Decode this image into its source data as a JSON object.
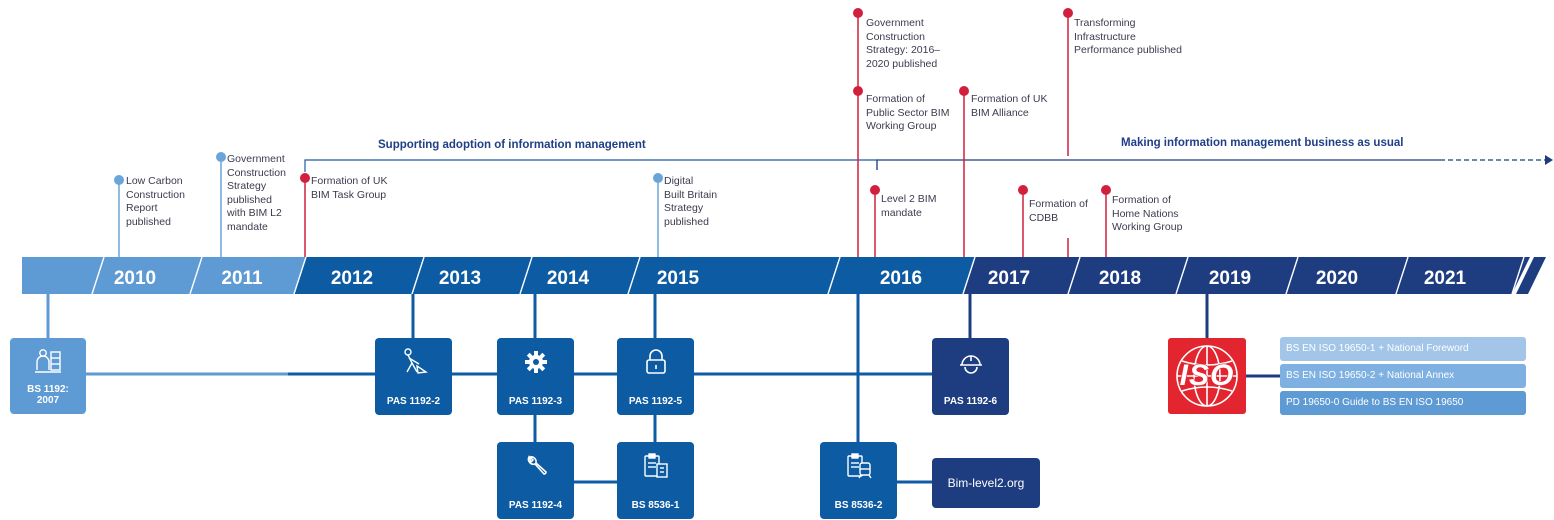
{
  "timeline": {
    "years": [
      "2010",
      "2011",
      "2012",
      "2013",
      "2014",
      "2015",
      "2016",
      "2017",
      "2018",
      "2019",
      "2020",
      "2021"
    ],
    "colors": {
      "light": "#5e9ad3",
      "mid": "#0d5ba3",
      "navy": "#1e3d80",
      "red": "#d1203e",
      "blue_dot": "#6aa5da",
      "line": "#1e5aa8"
    }
  },
  "spans": {
    "supporting": "Supporting adoption of information management",
    "making": "Making information management business as usual"
  },
  "events": [
    {
      "lines": [
        "Low Carbon",
        "Construction",
        "Report",
        "published"
      ],
      "dot": "blue"
    },
    {
      "lines": [
        "Government",
        "Construction",
        "Strategy",
        "published",
        "with BIM L2",
        "mandate"
      ],
      "dot": "blue"
    },
    {
      "lines": [
        "Formation of UK",
        "BIM Task Group"
      ],
      "dot": "red"
    },
    {
      "lines": [
        "Digital",
        "Built Britain",
        "Strategy",
        "published"
      ],
      "dot": "blue"
    },
    {
      "lines": [
        "Government",
        "Construction",
        "Strategy: 2016–",
        "2020 published"
      ],
      "dot": "red"
    },
    {
      "lines": [
        "Formation of",
        "Public Sector BIM",
        "Working Group"
      ],
      "dot": "red"
    },
    {
      "lines": [
        "Level 2 BIM",
        "mandate"
      ],
      "dot": "red"
    },
    {
      "lines": [
        "Formation of UK",
        "BIM Alliance"
      ],
      "dot": "red"
    },
    {
      "lines": [
        "Formation of",
        "CDBB"
      ],
      "dot": "red"
    },
    {
      "lines": [
        "Transforming",
        "Infrastructure",
        "Performance published"
      ],
      "dot": "red"
    },
    {
      "lines": [
        "Formation of",
        "Home Nations",
        "Working Group"
      ],
      "dot": "red"
    }
  ],
  "standards": [
    {
      "label_lines": [
        "BS 1192:",
        "2007"
      ],
      "icon": "people-icon"
    },
    {
      "label_lines": [
        "PAS 1192-2"
      ],
      "icon": "worker-icon"
    },
    {
      "label_lines": [
        "PAS 1192-3"
      ],
      "icon": "gear-icon"
    },
    {
      "label_lines": [
        "PAS 1192-5"
      ],
      "icon": "padlock-icon"
    },
    {
      "label_lines": [
        "PAS 1192-4"
      ],
      "icon": "wrench-icon"
    },
    {
      "label_lines": [
        "BS 8536-1"
      ],
      "icon": "clipboard-building-icon"
    },
    {
      "label_lines": [
        "BS 8536-2"
      ],
      "icon": "clipboard-train-icon"
    },
    {
      "label_lines": [
        "PAS 1192-6"
      ],
      "icon": "hard-hat-icon"
    }
  ],
  "website": "Bim-level2.org",
  "iso": {
    "logo_text": "ISO",
    "items": [
      "BS EN ISO 19650-1 + National Foreword",
      "BS EN ISO 19650-2 + National Annex",
      "PD 19650-0 Guide to BS EN ISO 19650"
    ]
  }
}
